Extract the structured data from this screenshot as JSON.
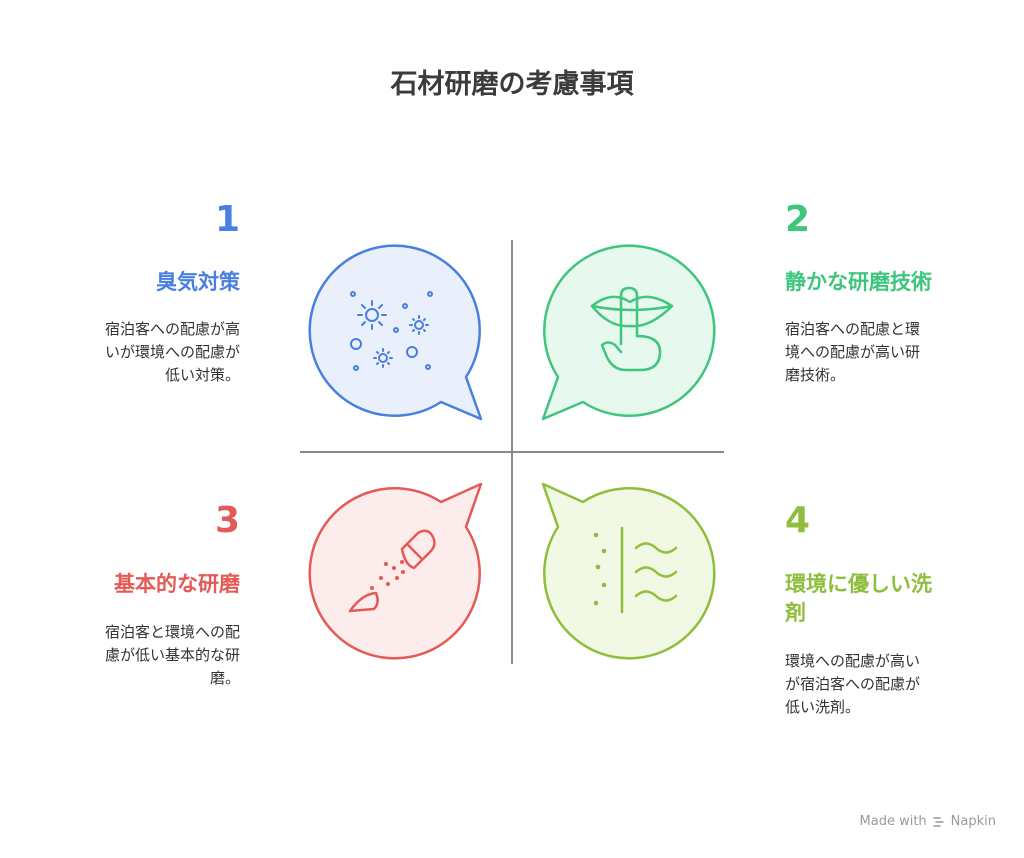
{
  "title": "石材研磨の考慮事項",
  "quadrants": [
    {
      "number": "1",
      "heading": "臭気対策",
      "description": [
        "宿泊客への配慮が高",
        "いが環境への配慮が",
        "低い対策。"
      ],
      "color": "#4a7fe0",
      "fill": "#e9f0fc",
      "icon": "germs-icon"
    },
    {
      "number": "2",
      "heading": "静かな研磨技術",
      "description": [
        "宿泊客への配慮と環",
        "境への配慮が高い研",
        "磨技術。"
      ],
      "color": "#3ec57e",
      "fill": "#e7f8ee",
      "icon": "shush-lips-icon"
    },
    {
      "number": "3",
      "heading": "基本的な研磨",
      "description": [
        "宿泊客と環境への配",
        "慮が低い基本的な研",
        "磨。"
      ],
      "color": "#e45a57",
      "fill": "#fcecec",
      "icon": "powder-capsule-icon"
    },
    {
      "number": "4",
      "heading": [
        "環境に優しい洗",
        "剤"
      ],
      "description": [
        "環境への配慮が高い",
        "が宿泊客への配慮が",
        "低い洗剤。"
      ],
      "color": "#8fbe3c",
      "fill": "#f1f8e4",
      "icon": "wind-dots-icon"
    }
  ],
  "footer": {
    "text": "Made with",
    "brand": "Napkin",
    "logo": "napkin-logo-icon"
  }
}
